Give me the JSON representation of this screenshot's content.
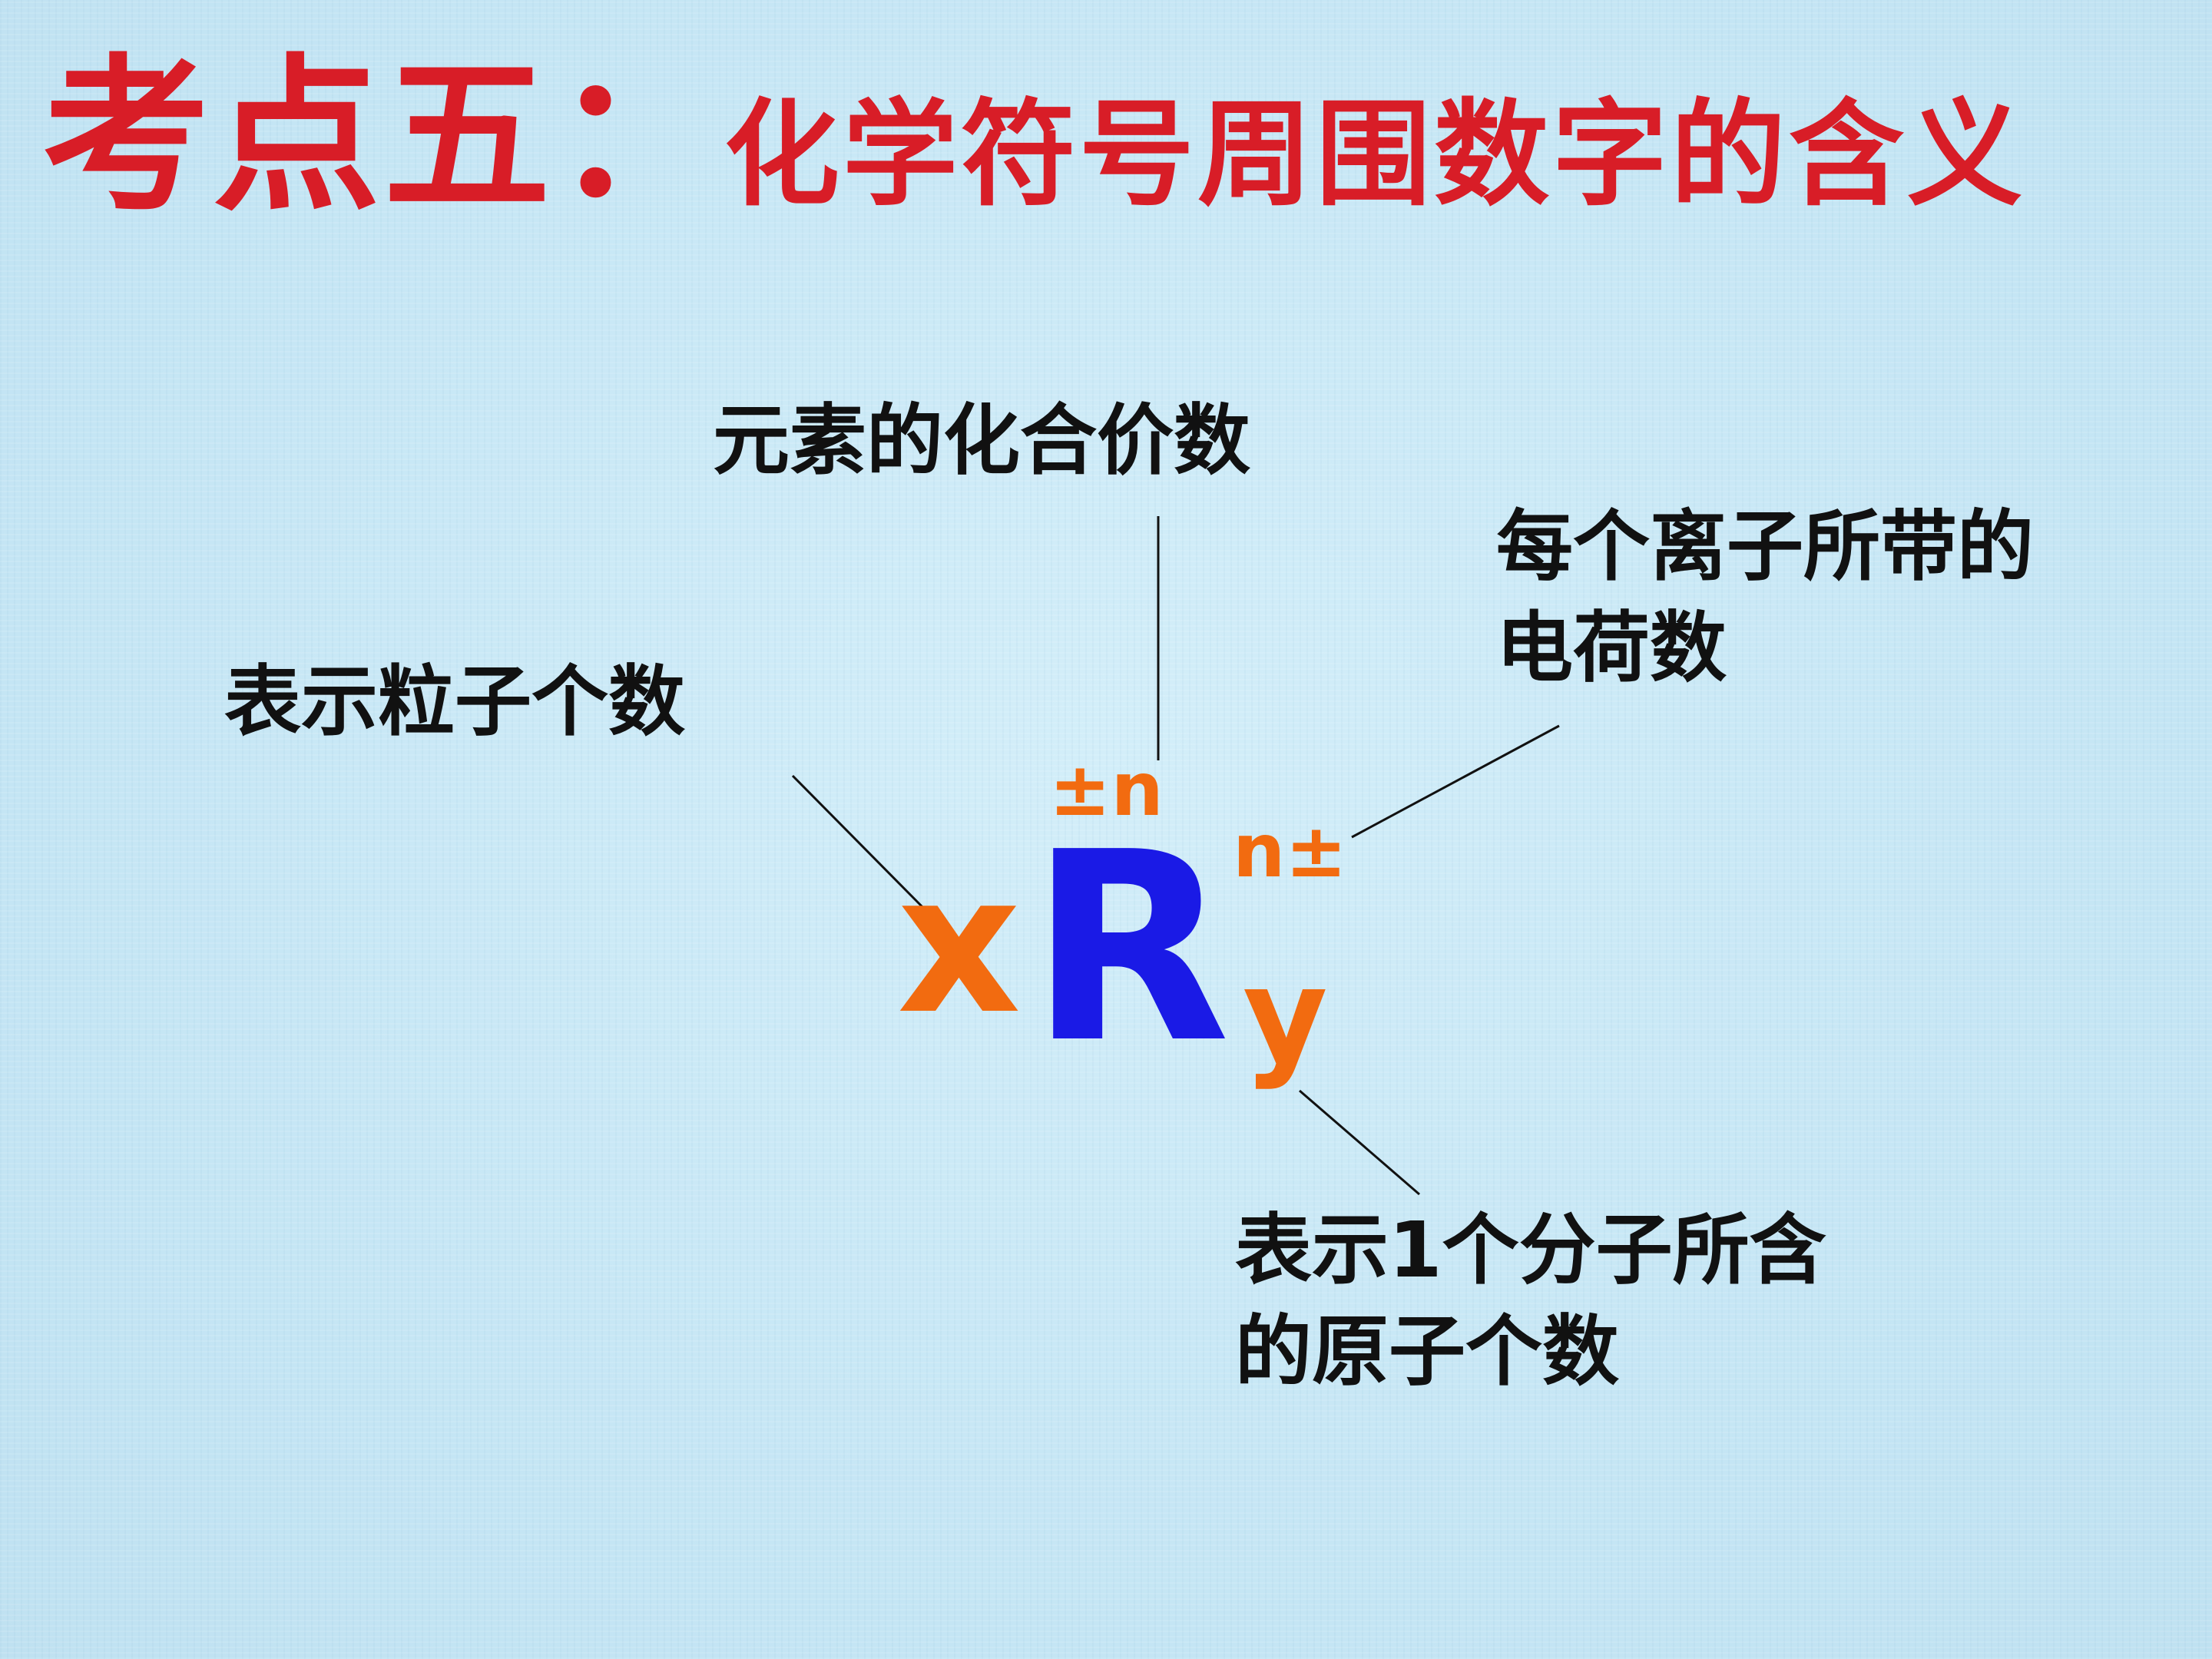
{
  "title": {
    "prefix": "考点五：",
    "main": "化学符号周围数字的含义"
  },
  "labels": {
    "valence": "元素的化合价数",
    "ion_charge_line1": "每个离子所带的",
    "ion_charge_line2": "电荷数",
    "particle_count": "表示粒子个数",
    "atom_count_line1": "表示1个分子所含",
    "atom_count_line2": "的原子个数"
  },
  "symbol": {
    "coefficient": "x",
    "element": "R",
    "subscript": "y",
    "valence_mark": "±n",
    "charge_mark": "n±"
  },
  "colors": {
    "title": "#d81d27",
    "element": "#1a1ae6",
    "numbers": "#f26b10",
    "labels": "#111111",
    "background": "#c9e9f6"
  }
}
